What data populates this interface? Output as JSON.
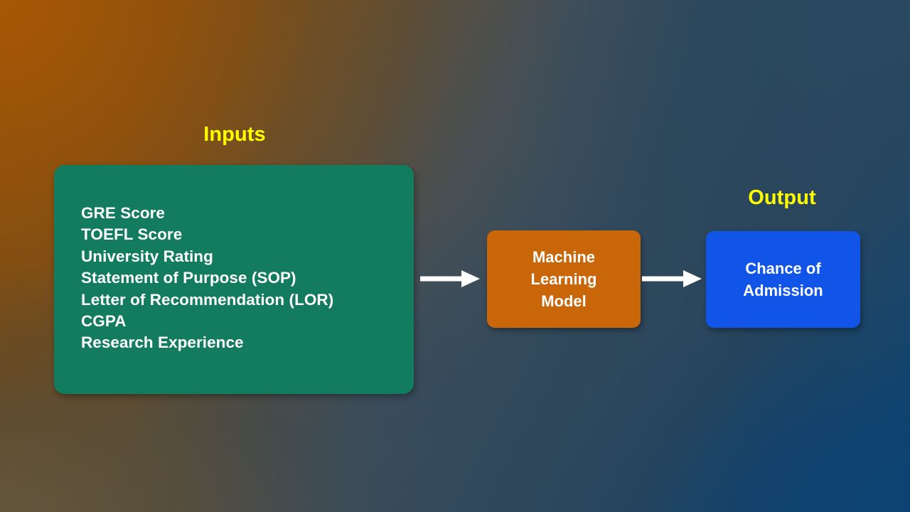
{
  "diagram": {
    "title_visible": false,
    "background": {
      "corner_top_left": "#8f5009",
      "corner_top_right": "#2a4a61",
      "corner_bottom_left": "#5a5040",
      "corner_bottom_right": "#0c4374"
    },
    "labels": {
      "inputs": "Inputs",
      "output": "Output",
      "label_color": "#ffff00"
    },
    "inputs_node": {
      "fill": "#147c5e",
      "text_color": "#ffffff",
      "items": [
        "GRE Score",
        "TOEFL Score",
        "University Rating",
        "Statement of Purpose (SOP)",
        "Letter of Recommendation (LOR)",
        "CGPA",
        "Research Experience"
      ]
    },
    "model_node": {
      "fill": "#c86609",
      "text_color": "#ffffff",
      "text": "Machine\nLearning\nModel"
    },
    "output_node": {
      "fill": "#1155e8",
      "text_color": "#ffffff",
      "text": "Chance of\nAdmission"
    },
    "arrows": [
      {
        "name": "inputs-to-model",
        "color": "#ffffff"
      },
      {
        "name": "model-to-output",
        "color": "#ffffff"
      }
    ]
  }
}
